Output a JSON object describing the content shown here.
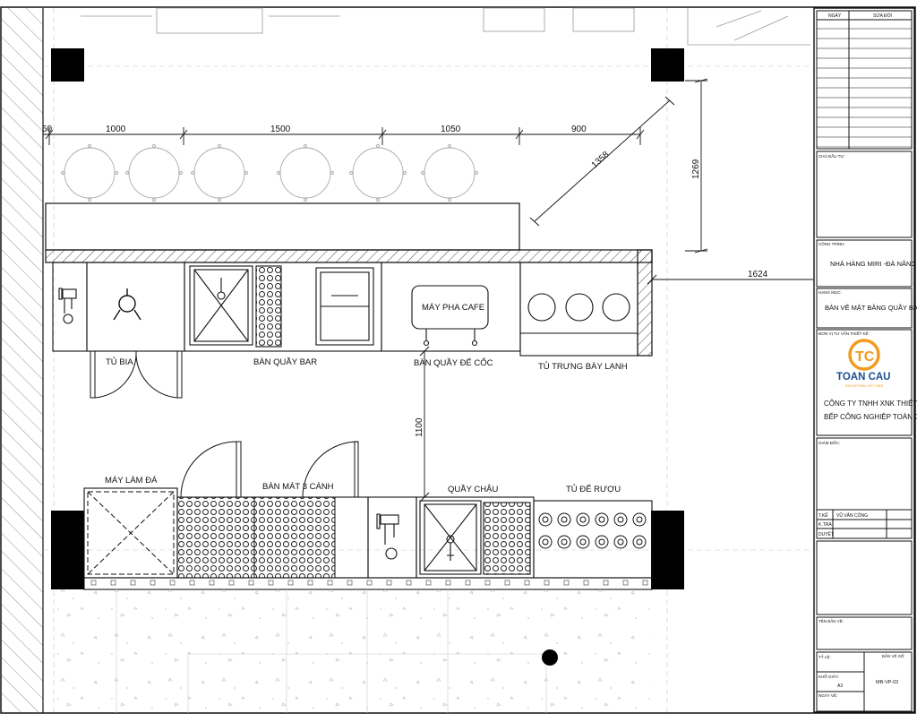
{
  "dimensions": {
    "d50": "50",
    "d1000": "1000",
    "d1500": "1500",
    "d1050": "1050",
    "d900": "900",
    "d1358": "1358",
    "d1269": "1269",
    "d1624": "1624",
    "d1100": "1100"
  },
  "labels": {
    "tu_bia": "TỦ BIA",
    "ban_quay_bar": "BÀN QUẦY BAR",
    "may_pha_cafe": "MÁY PHA CAFE",
    "ban_quay_de_coc": "BÀN QUẦY ĐỂ CỐC",
    "tu_trung_bay_lanh": "TỦ TRƯNG BÀY LẠNH",
    "may_lam_da": "MÁY LÀM ĐÁ",
    "ban_mat_3_canh": "BÀN MÁT 3 CÁNH",
    "quay_chau": "QUẦY CHẬU",
    "tu_de_ruou": "TỦ ĐỂ RƯỢU"
  },
  "title_block": {
    "col_ngay": "NGÀY",
    "col_sua_doi": "SỬA ĐỔI",
    "ghi_chu": "CHỦ ĐẦU TƯ:",
    "cong_trinh_label": "CÔNG TRÌNH:",
    "cong_trinh": "NHÀ HÀNG MIRI -ĐÀ NẴNG",
    "hang_muc_label": "HẠNG MỤC:",
    "hang_muc": "BẢN VẼ  MẶT BẰNG QUẦY BAR",
    "don_vi_label": "ĐƠN VỊ TƯ VẤN THIẾT KẾ:",
    "logo_text": "TOAN CAU",
    "logo_sub": "INDUSTRIAL KITCHEN",
    "company_line1": "CÔNG TY TNHH XNK THIẾT BỊ",
    "company_line2": "BẾP CÔNG NGHIỆP TOÀN CẦU",
    "giam_doc": "GIÁM ĐỐC:",
    "thiet_ke_label": "T.KẾ",
    "thiet_ke_name": "VŨ VĂN CÔNG",
    "kiem_tra": "K.TRA",
    "duyet": "DUYỆT",
    "ten_ban_ve": "TÊN BẢN VẼ:",
    "ty_le": "TỶ LỆ:",
    "kho_giay": "KHỔ GIẤY:",
    "kho_giay_val": "A3",
    "ngay_ve": "NGÀY VẼ:",
    "ban_ve_so": "BẢN VẼ SỐ:",
    "ban_ve_so_val": "MB-VP-02"
  },
  "colors": {
    "line": "#1a1a1a",
    "logo_orange": "#f39a1e",
    "logo_blue": "#1b4f8f"
  }
}
